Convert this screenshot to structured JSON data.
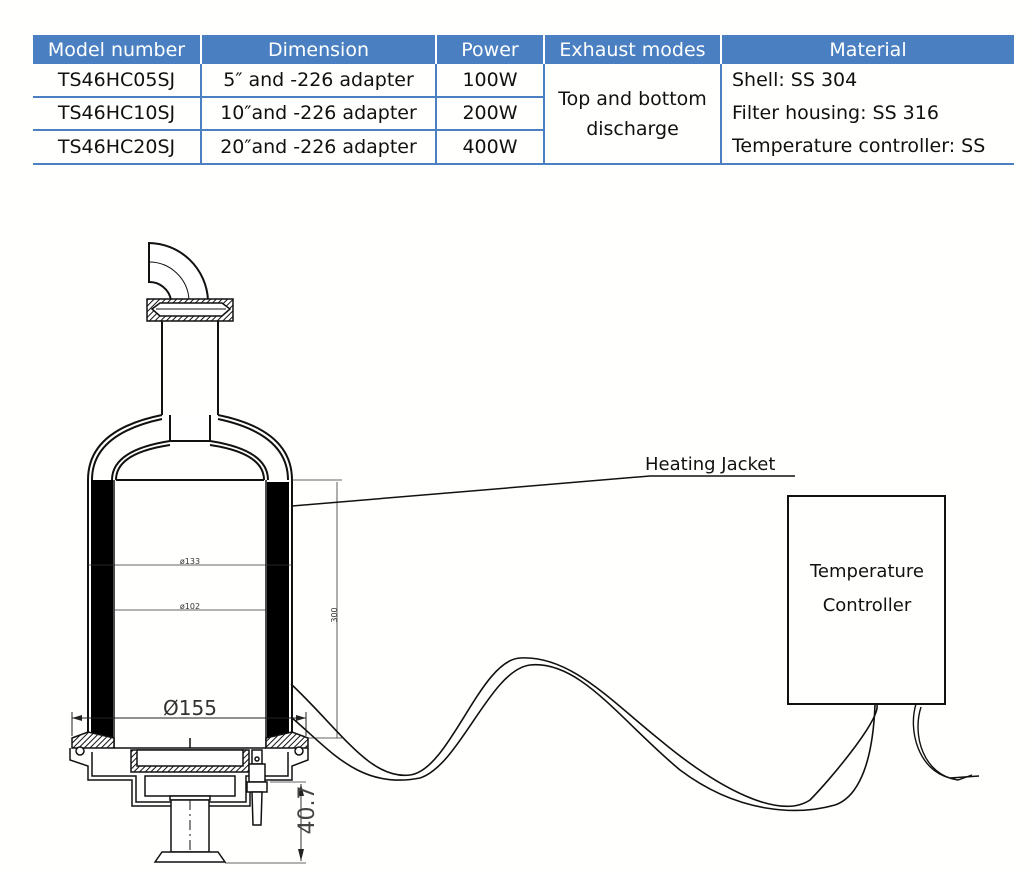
{
  "spec_table": {
    "headers": [
      "Model number",
      "Dimension",
      "Power",
      "Exhaust modes",
      "Material"
    ],
    "rows": [
      {
        "model": "TS46HC05SJ",
        "dimension": "5″ and -226 adapter",
        "power": "100W"
      },
      {
        "model": "TS46HC10SJ",
        "dimension": "10″and -226 adapter",
        "power": "200W"
      },
      {
        "model": "TS46HC20SJ",
        "dimension": "20″and -226 adapter",
        "power": "400W"
      }
    ],
    "exhaust_modes": [
      "Top and bottom",
      "discharge"
    ],
    "material": [
      "Shell: SS 304",
      "Filter housing: SS 316",
      "Temperature controller: SS"
    ],
    "header_color": "#4a80c1"
  },
  "diagram": {
    "labels": {
      "heating_jacket": "Heating Jacket",
      "controller_line1": "Temperature",
      "controller_line2": "Controller"
    },
    "dimensions": {
      "outer_diameter": "Ø155",
      "jacket_diameter": "ø133",
      "inner_diameter": "ø102",
      "height": "300",
      "base_height": "40.7"
    }
  }
}
